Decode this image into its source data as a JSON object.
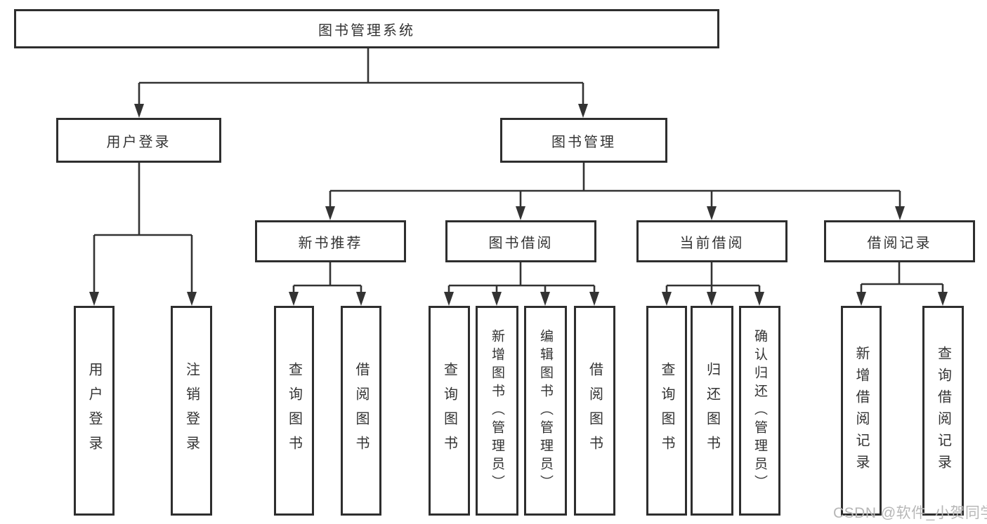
{
  "page": {
    "watermark": "CSDN @软件_小贺同学"
  },
  "colors": {
    "line": "#333333",
    "box_border": "#2e2e2e",
    "text": "#333333",
    "watermark": "#b7b7b7",
    "background": "#ffffff"
  },
  "diagram_type": "tree",
  "tree": {
    "label": "图书管理系统",
    "children": [
      {
        "label": "用户登录",
        "children": [
          {
            "label": "用户登录"
          },
          {
            "label": "注销登录"
          }
        ]
      },
      {
        "label": "图书管理",
        "children": [
          {
            "label": "新书推荐",
            "children": [
              {
                "label": "查询图书"
              },
              {
                "label": "借阅图书"
              }
            ]
          },
          {
            "label": "图书借阅",
            "children": [
              {
                "label": "查询图书"
              },
              {
                "label": "新增图书（管理员）"
              },
              {
                "label": "编辑图书（管理员）"
              },
              {
                "label": "借阅图书"
              }
            ]
          },
          {
            "label": "当前借阅",
            "children": [
              {
                "label": "查询图书"
              },
              {
                "label": "归还图书"
              },
              {
                "label": "确认归还（管理员）"
              }
            ]
          },
          {
            "label": "借阅记录",
            "children": [
              {
                "label": "新增借阅记录"
              },
              {
                "label": "查询借阅记录"
              }
            ]
          }
        ]
      }
    ]
  }
}
